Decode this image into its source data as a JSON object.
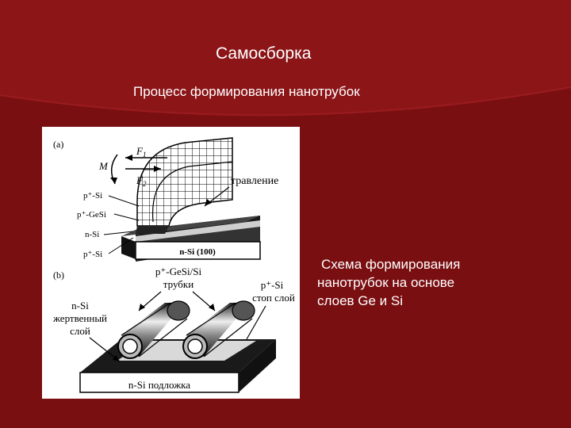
{
  "slide": {
    "title": "Самосборка",
    "subtitle": "Процесс формирования нанотрубок",
    "caption_lines": [
      "Схема формирования",
      "нанотрубок на основе",
      "слоев Ge и Si"
    ]
  },
  "figure": {
    "panel_a": {
      "tag": "(a)",
      "force_1": "F",
      "force_1_sub": "1",
      "force_2": "F",
      "force_2_sub": "2",
      "moment": "M",
      "etch_label": "травление",
      "layers": [
        "p⁺-Si",
        "p⁺-GeSi",
        "n-Si",
        "p⁺-Si"
      ],
      "substrate": "n-Si (100)"
    },
    "panel_b": {
      "tag": "(b)",
      "tubes_line1": "p⁺-GeSi/Si",
      "tubes_line2": "трубки",
      "stop_line1": "p⁺-Si",
      "stop_line2": "стоп слой",
      "sacrificial_line1": "n-Si",
      "sacrificial_line2": "жертвенный",
      "sacrificial_line3": "слой",
      "substrate": "n-Si подложка"
    }
  },
  "colors": {
    "background": "#7a0f12",
    "sweep": "#8c1518",
    "text": "#ffffff"
  }
}
